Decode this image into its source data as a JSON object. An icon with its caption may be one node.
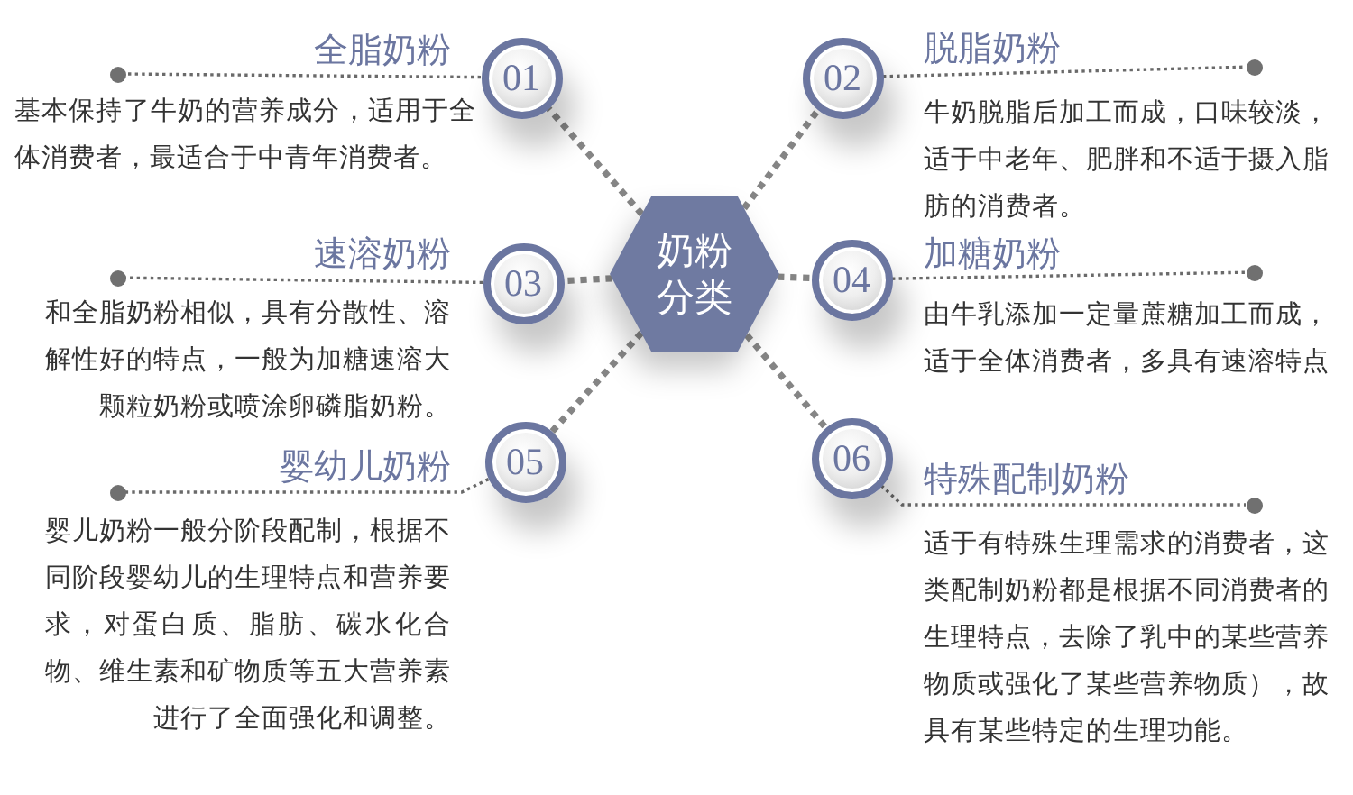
{
  "diagram": {
    "nodes": [
      {
        "text": [
          "01"
        ],
        "beside": [
          "全脂奶粉"
        ]
      },
      {
        "text": [
          "02"
        ],
        "beside": [
          "脱脂奶粉"
        ]
      },
      {
        "text": [
          "03"
        ],
        "beside": [
          "速溶奶粉"
        ]
      },
      {
        "text": [
          "04"
        ],
        "beside": [
          "加糖奶粉"
        ]
      },
      {
        "text": [
          "05"
        ],
        "beside": [
          "婴幼儿奶粉"
        ]
      },
      {
        "text": [
          "06"
        ],
        "beside": [
          "特殊配制奶粉"
        ]
      },
      {
        "text": [
          "奶粉分类"
        ]
      },
      {
        "text": [],
        "shape": "circle",
        "beside": [
          "基本保持了牛奶的营养成分，适用于全体消费者，最适合于中青年消费者。"
        ]
      },
      {
        "text": [],
        "shape": "circle",
        "beside": [
          "牛奶脱脂后加工而成，口味较淡，适于中老年、肥胖和不适于摄入脂肪的消费者。"
        ]
      },
      {
        "text": [],
        "shape": "circle",
        "beside": [
          "和全脂奶粉相似，具有分散性、溶解性好的特点，一般为加糖速溶大颗粒奶粉或喷涂卵磷脂奶粉。"
        ]
      },
      {
        "text": [],
        "shape": "circle",
        "beside": [
          "由牛乳添加一定量蔗糖加工而成，适于全体消费者，多具有速溶特点"
        ]
      },
      {
        "text": [],
        "shape": "circle",
        "beside": [
          "婴儿奶粉一般分阶段配制，根据不同阶段婴幼儿的生理特点和营养要求，对蛋白质、脂肪、碳水化合物、维生素和矿物质等五大营养素进行了全面强化和调整。"
        ]
      },
      {
        "text": [],
        "shape": "circle",
        "beside": [
          "适于有特殊生理需求的消费者，这类配制奶粉都是根据不同消费者的生理特点，去除了乳中的某些营养物质或强化了某些营养物质），故具有某些特定的生理功能。"
        ]
      }
    ],
    "edges": [
      {
        "from": 6,
        "to": 0,
        "arrow": "none",
        "style": "dashed"
      },
      {
        "from": 6,
        "to": 1,
        "arrow": "none",
        "style": "dashed"
      },
      {
        "from": 6,
        "to": 2,
        "arrow": "none",
        "style": "dashed"
      },
      {
        "from": 6,
        "to": 3,
        "arrow": "none",
        "style": "dashed"
      },
      {
        "from": 6,
        "to": 4,
        "arrow": "none",
        "style": "dashed"
      },
      {
        "from": 6,
        "to": 5,
        "arrow": "none",
        "style": "dashed"
      },
      {
        "from": 0,
        "to": 7,
        "arrow": "none"
      },
      {
        "from": 1,
        "to": 8,
        "arrow": "none"
      },
      {
        "from": 2,
        "to": 9,
        "arrow": "none"
      },
      {
        "from": 3,
        "to": 10,
        "arrow": "none"
      },
      {
        "from": 4,
        "to": 11,
        "arrow": "none"
      },
      {
        "from": 5,
        "to": 12,
        "arrow": "none"
      }
    ]
  }
}
